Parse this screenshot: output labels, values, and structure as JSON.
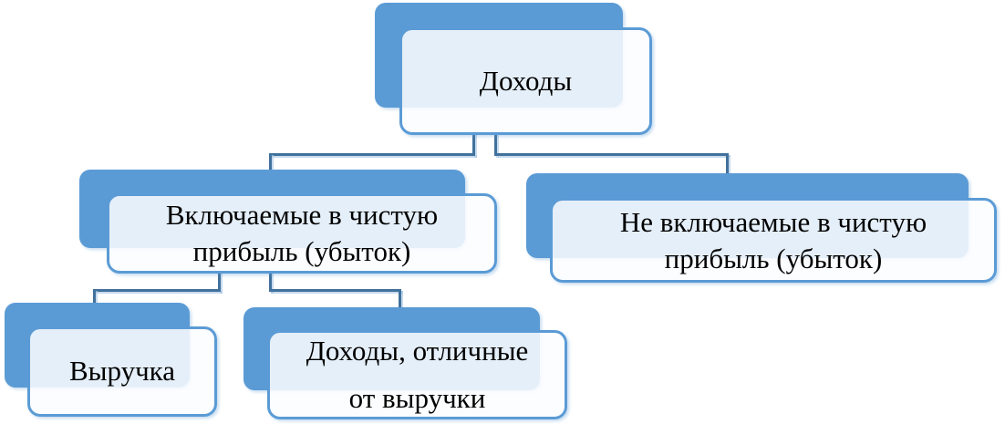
{
  "diagram": {
    "type": "hierarchy",
    "nodes": {
      "root": {
        "lines": [
          "Доходы"
        ]
      },
      "included": {
        "lines": [
          "Включаемые в чистую",
          "прибыль (убыток)"
        ]
      },
      "not_included": {
        "lines": [
          "Не включаемые в чистую",
          "прибыль (убыток)"
        ]
      },
      "revenue": {
        "lines": [
          "Выручка"
        ]
      },
      "other_income": {
        "lines": [
          "Доходы, отличные",
          "от выручки"
        ]
      }
    },
    "colors": {
      "accent_fill": "#5B9BD5",
      "card_border": "#5B9BD5",
      "card_fill_tint": "#E9F0F9",
      "connector": "#41719C",
      "connector_shadow": "#A8C8E5",
      "text": "#000000",
      "background": "#FFFFFF"
    }
  }
}
